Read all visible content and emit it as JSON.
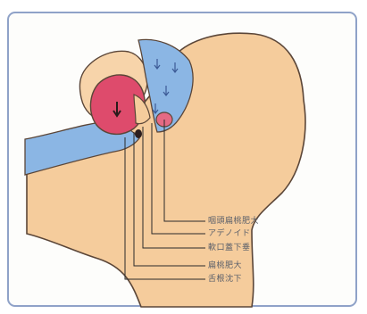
{
  "labels": [
    "咽頭扁桃肥大",
    "アデノイド",
    "軟口蓋下垂",
    "扁桃肥大",
    "舌根沈下"
  ],
  "colors": {
    "frame": "#8fa2c8",
    "skin": "#f5cc9c",
    "airway": "#8bb6e4",
    "tongue": "#de4b6c",
    "outline": "#5b4638",
    "leader": "#2a2a2a"
  }
}
